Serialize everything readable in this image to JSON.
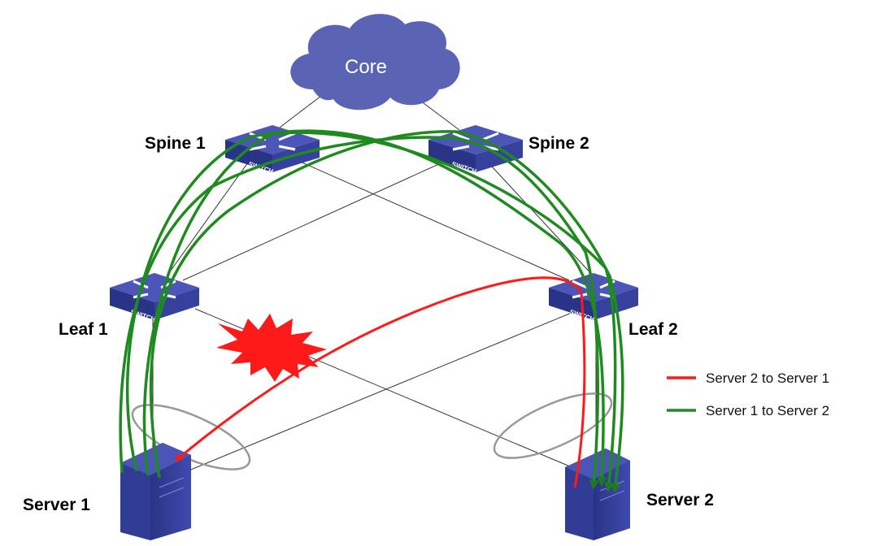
{
  "core": {
    "label": "Core"
  },
  "spines": [
    {
      "label": "Spine 1"
    },
    {
      "label": "Spine 2"
    }
  ],
  "leaves": [
    {
      "label": "Leaf 1"
    },
    {
      "label": "Leaf 2"
    }
  ],
  "servers": [
    {
      "label": "Server 1"
    },
    {
      "label": "Server 2"
    }
  ],
  "switch_text": "SWITCH",
  "legend": [
    {
      "label": "Server 2 to Server 1",
      "color": "#ff1a1a"
    },
    {
      "label": "Server 1 to Server 2",
      "color": "#1f8a1f"
    }
  ],
  "failure_marker": {
    "icon": "explosion-icon",
    "color": "#ff1a1a"
  },
  "colors": {
    "cloud": "#5b63b4",
    "switch": "#3b46a8",
    "server": "#313c95",
    "link": "#333333",
    "lag_ring": "#999999"
  }
}
